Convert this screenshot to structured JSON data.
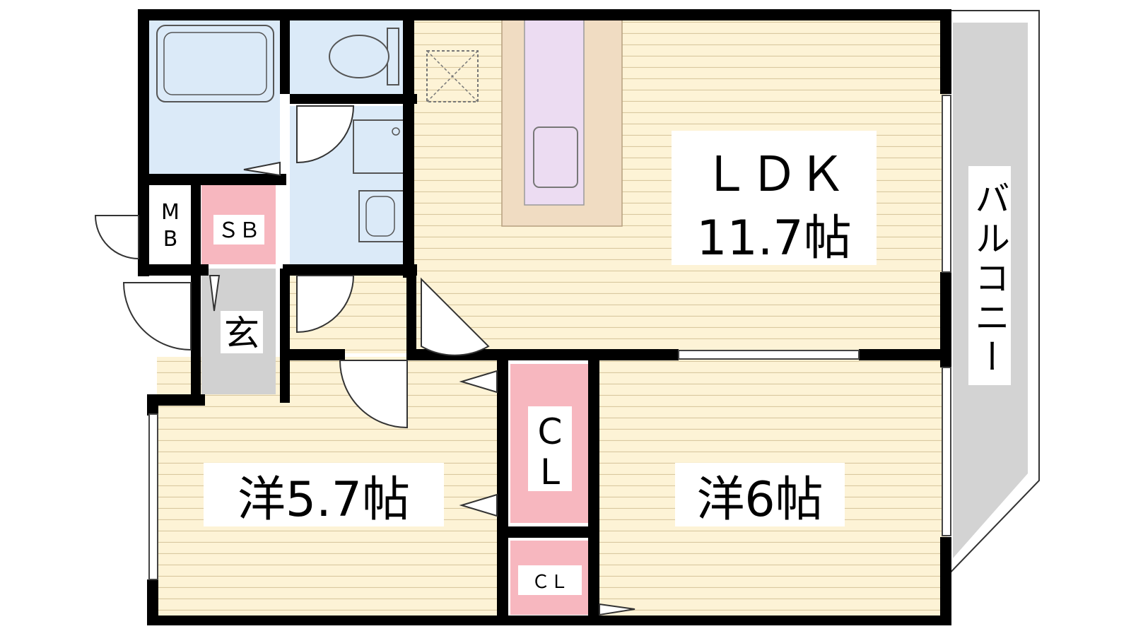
{
  "rooms": {
    "ldk": {
      "name": "ＬＤＫ",
      "size": "11.7帖"
    },
    "western_a": {
      "label": "洋5.7帖"
    },
    "western_b": {
      "label": "洋6帖"
    },
    "entrance": {
      "label": "玄"
    },
    "meter_box": {
      "line1": "M",
      "line2": "B"
    },
    "shoe_box": {
      "label": "ＳＢ"
    },
    "closet_large": {
      "line1": "C",
      "line2": "L"
    },
    "closet_small": {
      "label": "ＣＬ"
    },
    "balcony": {
      "label": "バルコニー"
    }
  },
  "colors": {
    "wall": "#000000",
    "floor": "#fdf3d6",
    "floor_lines": "#d9c8a0",
    "wet_area": "#dbeaf8",
    "storage": "#f7b7bf",
    "kitchen": "#ecdcf2",
    "counter": "#f0dcc2",
    "entrance": "#d1d1d1",
    "balcony": "#d3d3d3"
  }
}
